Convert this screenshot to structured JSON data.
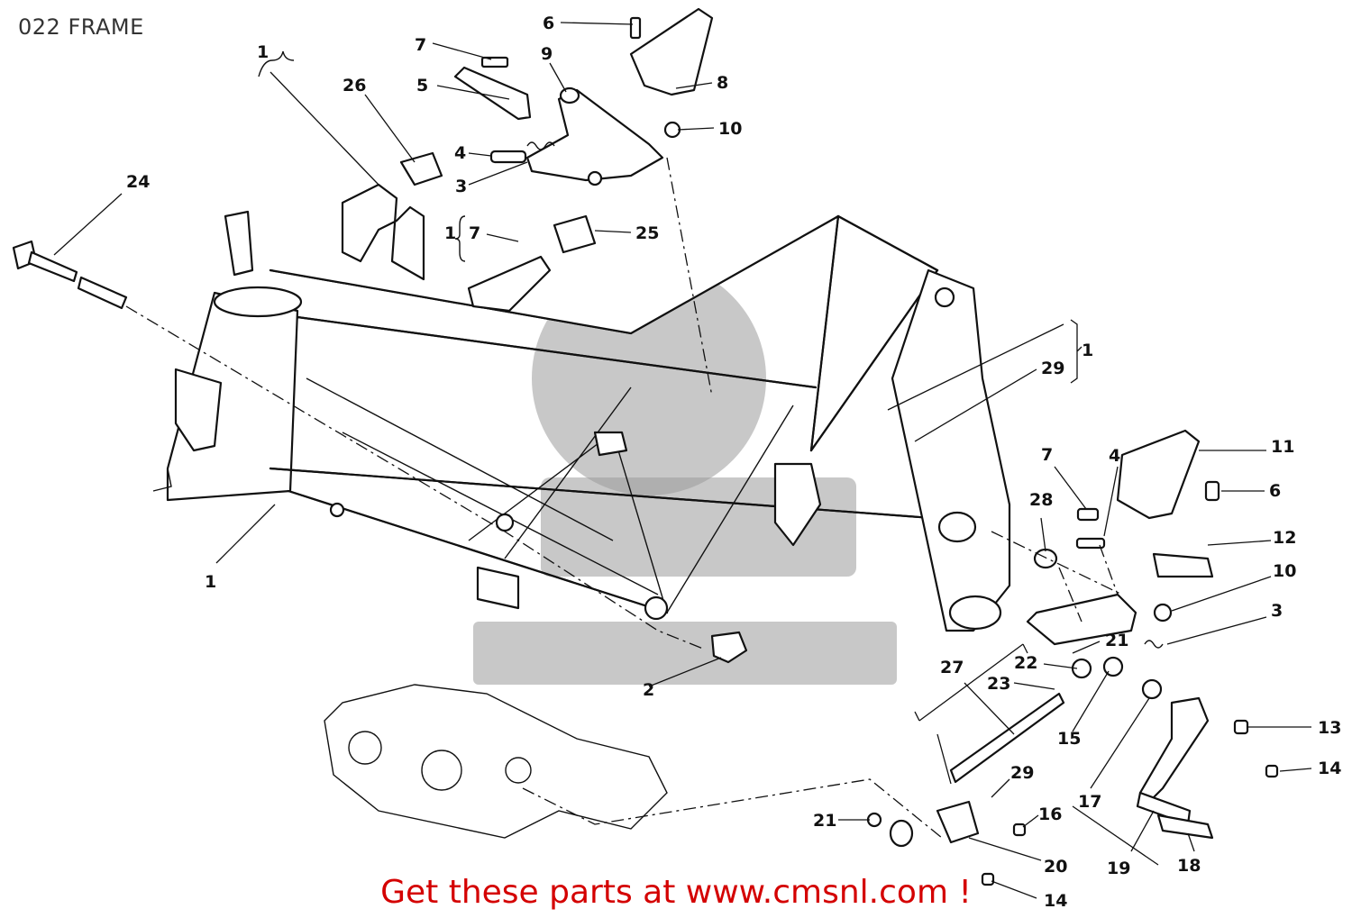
{
  "title": "022 FRAME",
  "promo_text": "Get these parts at www.cmsnl.com !",
  "callouts": [
    {
      "id": "c6a",
      "text": "6"
    },
    {
      "id": "c7a",
      "text": "7"
    },
    {
      "id": "c9",
      "text": "9"
    },
    {
      "id": "c1a",
      "text": "1"
    },
    {
      "id": "c26",
      "text": "26"
    },
    {
      "id": "c5",
      "text": "5"
    },
    {
      "id": "c8",
      "text": "8"
    },
    {
      "id": "c10a",
      "text": "10"
    },
    {
      "id": "c4a",
      "text": "4"
    },
    {
      "id": "c3a",
      "text": "3"
    },
    {
      "id": "c24",
      "text": "24"
    },
    {
      "id": "c1b",
      "text": "1"
    },
    {
      "id": "c7b",
      "text": "7"
    },
    {
      "id": "c25",
      "text": "25"
    },
    {
      "id": "c1c",
      "text": "1"
    },
    {
      "id": "c29a",
      "text": "29"
    },
    {
      "id": "c7c",
      "text": "7"
    },
    {
      "id": "c4b",
      "text": "4"
    },
    {
      "id": "c11",
      "text": "11"
    },
    {
      "id": "c6b",
      "text": "6"
    },
    {
      "id": "c28",
      "text": "28"
    },
    {
      "id": "c12",
      "text": "12"
    },
    {
      "id": "c10b",
      "text": "10"
    },
    {
      "id": "c1d",
      "text": "1"
    },
    {
      "id": "c3b",
      "text": "3"
    },
    {
      "id": "c21a",
      "text": "21"
    },
    {
      "id": "c27",
      "text": "27"
    },
    {
      "id": "c22",
      "text": "22"
    },
    {
      "id": "c23",
      "text": "23"
    },
    {
      "id": "c2",
      "text": "2"
    },
    {
      "id": "c13",
      "text": "13"
    },
    {
      "id": "c15",
      "text": "15"
    },
    {
      "id": "c14a",
      "text": "14"
    },
    {
      "id": "c29b",
      "text": "29"
    },
    {
      "id": "c17",
      "text": "17"
    },
    {
      "id": "c16",
      "text": "16"
    },
    {
      "id": "c21b",
      "text": "21"
    },
    {
      "id": "c20",
      "text": "20"
    },
    {
      "id": "c19",
      "text": "19"
    },
    {
      "id": "c18",
      "text": "18"
    },
    {
      "id": "c14b",
      "text": "14"
    }
  ]
}
